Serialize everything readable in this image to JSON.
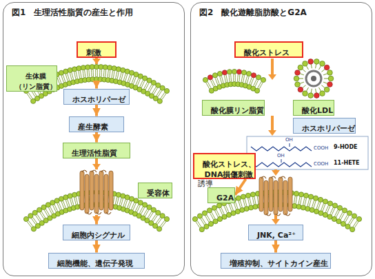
{
  "diagram": {
    "nodes": [
      {
        "text": [
          "図1　生理活性脂質の産生と作用"
        ]
      },
      {
        "text": [
          "刺激"
        ],
        "in": 0
      },
      {
        "text": [
          "生体膜 （リン脂質）"
        ],
        "in": 0
      },
      {
        "text": [
          "ホスホリパーゼ"
        ],
        "in": 0
      },
      {
        "text": [
          "産生酵素"
        ],
        "in": 0
      },
      {
        "text": [
          "生理活性脂質"
        ],
        "in": 0
      },
      {
        "text": [
          "受容体"
        ],
        "in": 0
      },
      {
        "text": [
          "細胞内シグナル"
        ],
        "in": 0
      },
      {
        "text": [
          "細胞機能、遺伝子発現"
        ],
        "in": 0
      },
      {
        "text": [
          "図2　酸化遊離脂肪酸とG2A"
        ]
      },
      {
        "text": [
          "酸化ストレス"
        ],
        "in": 9
      },
      {
        "text": [
          "酸化膜リン脂質"
        ],
        "in": 9
      },
      {
        "text": [
          "酸化LDL"
        ],
        "in": 9
      },
      {
        "text": [
          "ホスホリパーゼ"
        ],
        "in": 9
      },
      {
        "text": [
          "酸化ストレス、 DNA損傷刺激"
        ],
        "in": 9
      },
      {
        "text": [
          "G2A"
        ],
        "in": 9
      },
      {
        "text": [
          "JNK, Ca²⁺"
        ],
        "in": 9
      },
      {
        "text": [
          "増殖抑制、サイトカイン産生"
        ],
        "in": 9
      }
    ],
    "edges": [
      {
        "from": 1,
        "to": 3,
        "arrow": "to"
      },
      {
        "from": 3,
        "to": 4,
        "arrow": "to"
      },
      {
        "from": 4,
        "to": 5,
        "arrow": "to"
      },
      {
        "from": 5,
        "to": 7,
        "arrow": "to"
      },
      {
        "from": 7,
        "to": 8,
        "arrow": "to"
      },
      {
        "from": 14,
        "to": 15,
        "arrow": "to"
      },
      {
        "from": 16,
        "to": 17,
        "arrow": "to"
      }
    ],
    "labels": [
      "OH",
      "COOH",
      "9-HODE",
      "OH",
      "COOH",
      "11-HETE",
      "誘導"
    ]
  }
}
